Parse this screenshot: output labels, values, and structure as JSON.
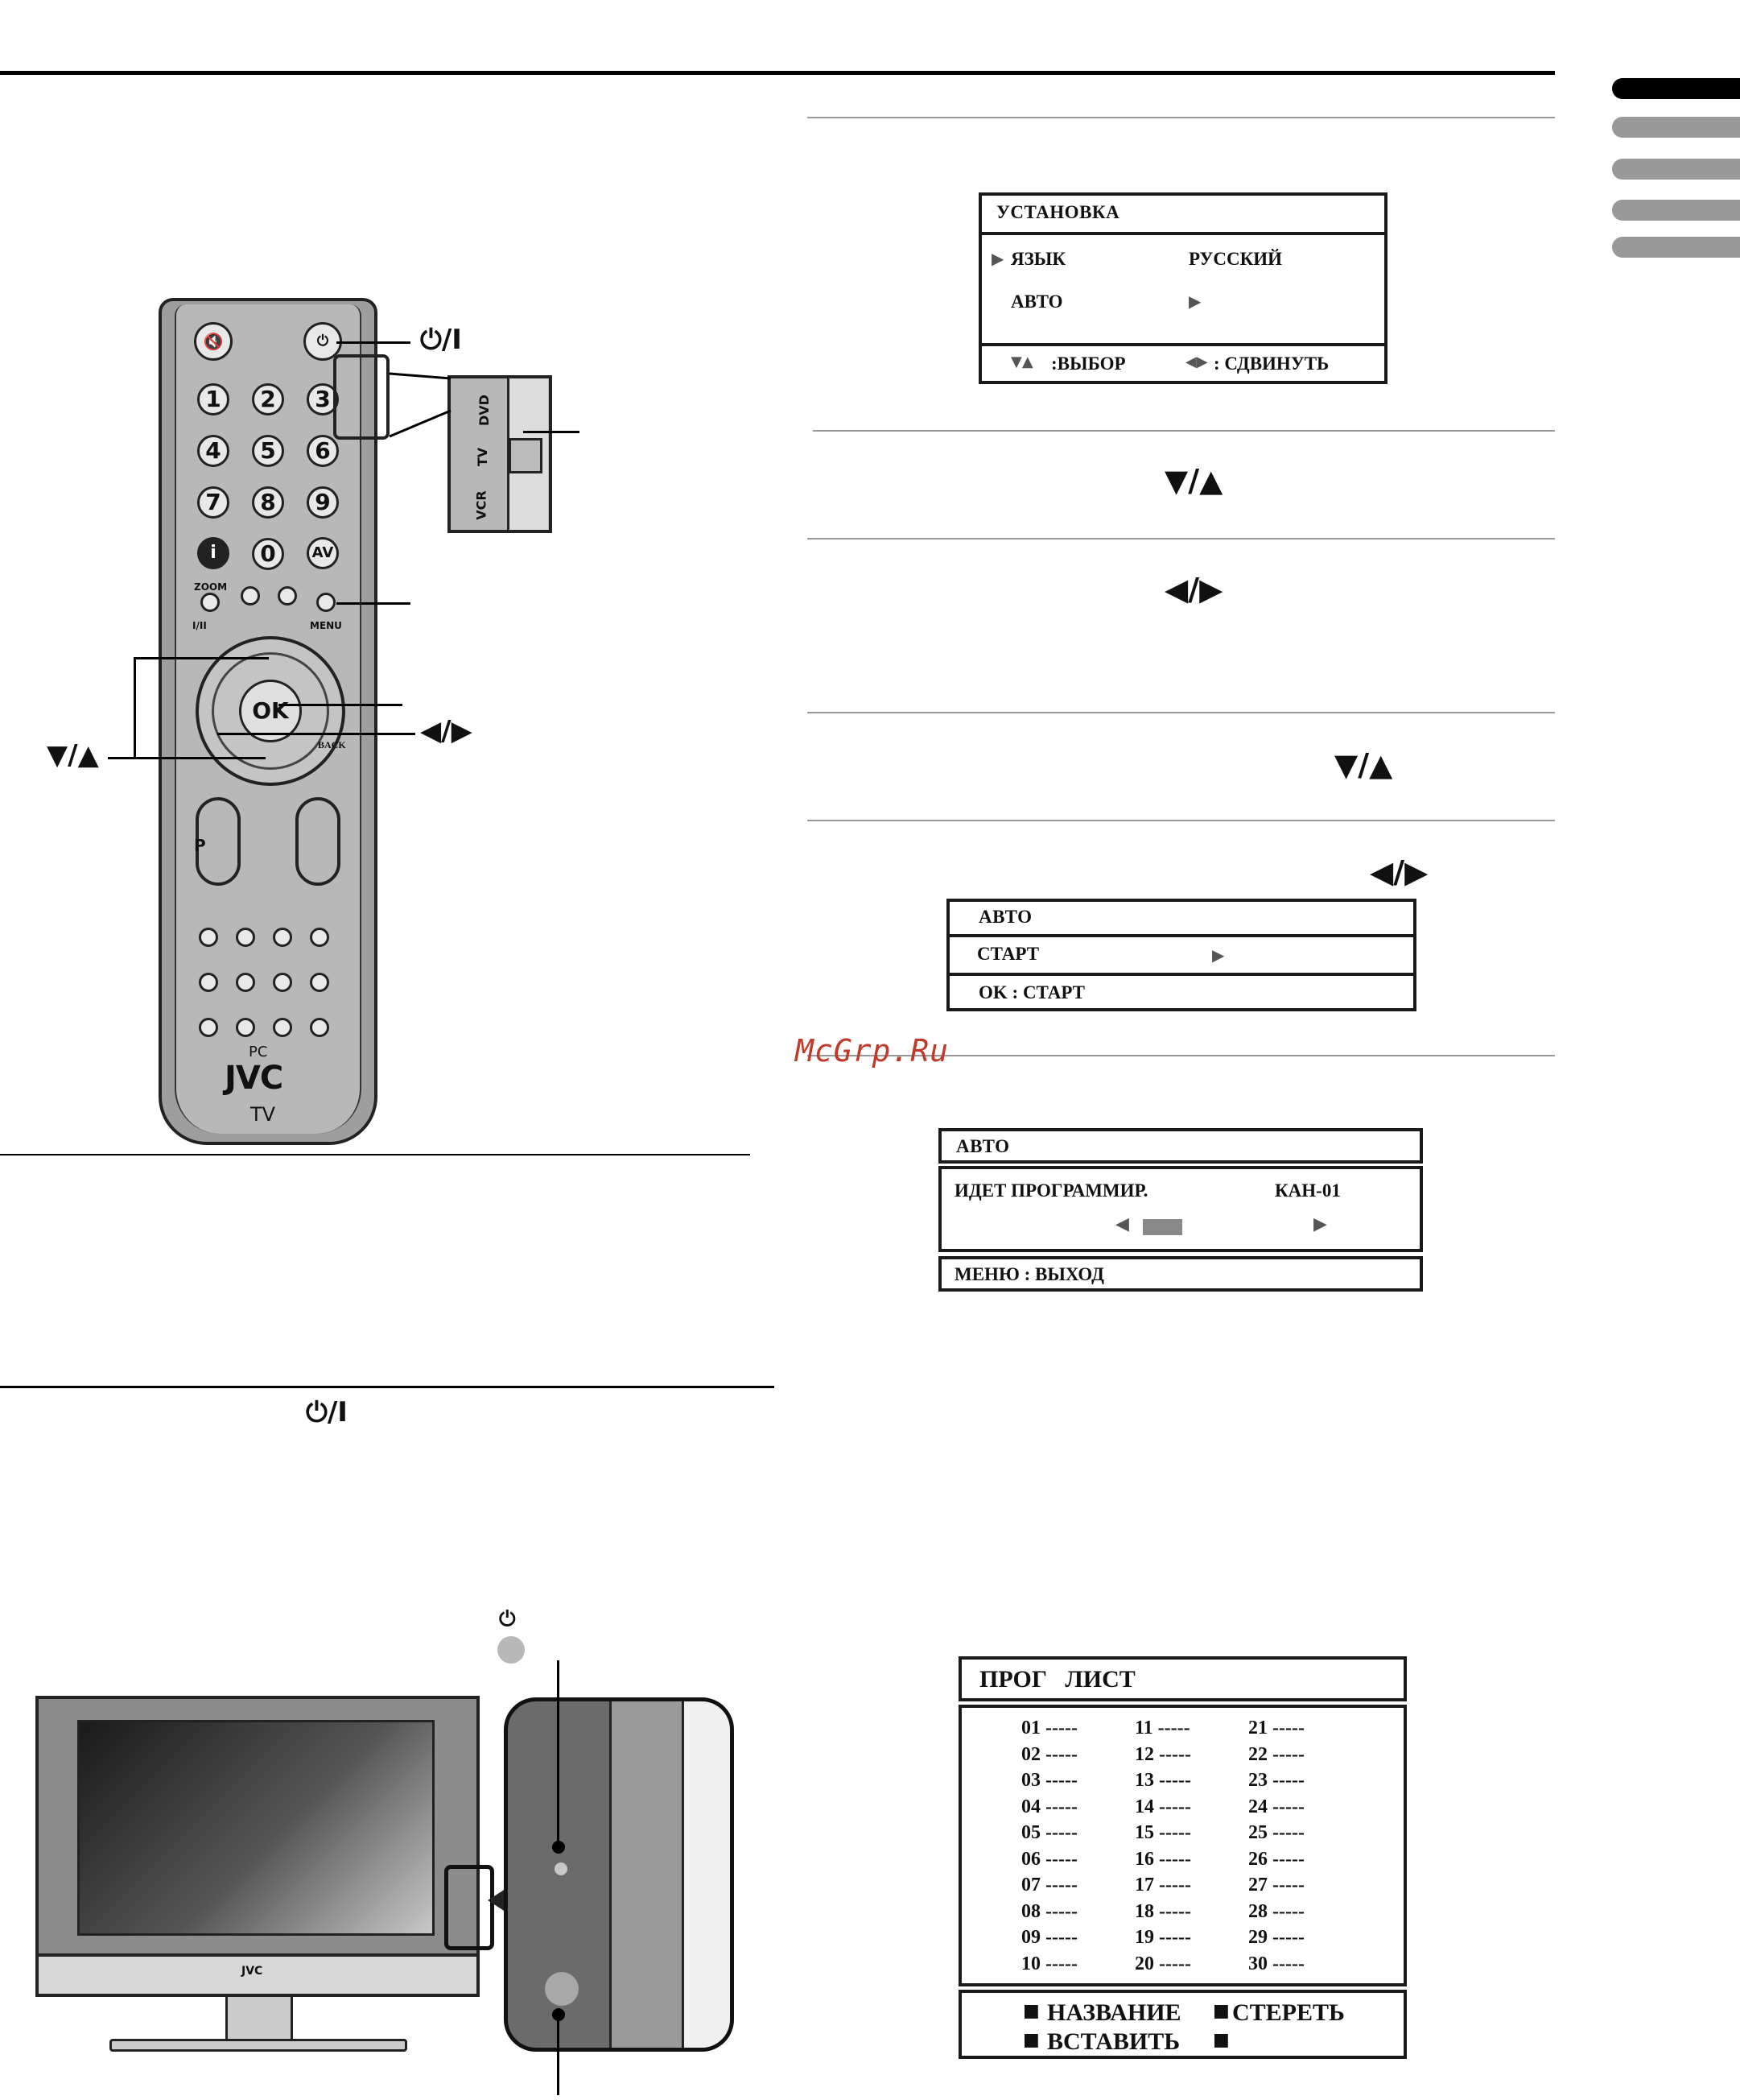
{
  "watermark": "McGrp.Ru",
  "symbols": {
    "power": "⏻/I",
    "down_up": "▼/▲",
    "left_right": "◀/▶"
  },
  "osd_setup": {
    "title": "УСТАНОВКА",
    "row1_label": "ЯЗЫК",
    "row1_value": "РУССКИЙ",
    "row2_label": "АВТО",
    "footer_select": ":ВЫБОР",
    "footer_move": ": СДВИНУТЬ"
  },
  "osd_auto": {
    "title": "АВТО",
    "row_label": "СТАРТ",
    "footer": "OK : СТАРТ"
  },
  "osd_programming": {
    "title": "АВТО",
    "status": "ИДЕТ ПРОГРАММИР.",
    "channel": "КАН-01",
    "progress": 0.28,
    "footer": "МЕНЮ : ВЫХОД"
  },
  "osd_proglist": {
    "title": "ПРОГ   ЛИСТ",
    "entries": [
      "01 -----",
      "02 -----",
      "03 -----",
      "04 -----",
      "05 -----",
      "06 -----",
      "07 -----",
      "08 -----",
      "09 -----",
      "10 -----",
      "11 -----",
      "12 -----",
      "13 -----",
      "14 -----",
      "15 -----",
      "16 -----",
      "17 -----",
      "18 -----",
      "19 -----",
      "20 -----",
      "21 -----",
      "22 -----",
      "23 -----",
      "24 -----",
      "25 -----",
      "26 -----",
      "27 -----",
      "28 -----",
      "29 -----",
      "30 -----"
    ],
    "footer_rename": "НАЗВАНИЕ",
    "footer_delete": "СТЕРЕТЬ",
    "footer_insert": "ВСТАВИТЬ"
  },
  "remote": {
    "numbers": [
      "1",
      "2",
      "3",
      "4",
      "5",
      "6",
      "7",
      "8",
      "9",
      "0"
    ],
    "av": "AV",
    "info": "i",
    "ok": "OK",
    "zoom": "ZOOM",
    "menu": "MENU",
    "back": "BACK",
    "sound": "I/II",
    "p": "P",
    "pc": "PC",
    "brand": "JVC",
    "tv": "TV",
    "switch_dvd": "DVD",
    "switch_tv": "TV",
    "switch_vcr": "VCR"
  },
  "tv": {
    "brand": "JVC"
  },
  "colors": {
    "tab_active": "#000000",
    "tab_inactive": "#999999",
    "watermark": "#c0392b"
  }
}
